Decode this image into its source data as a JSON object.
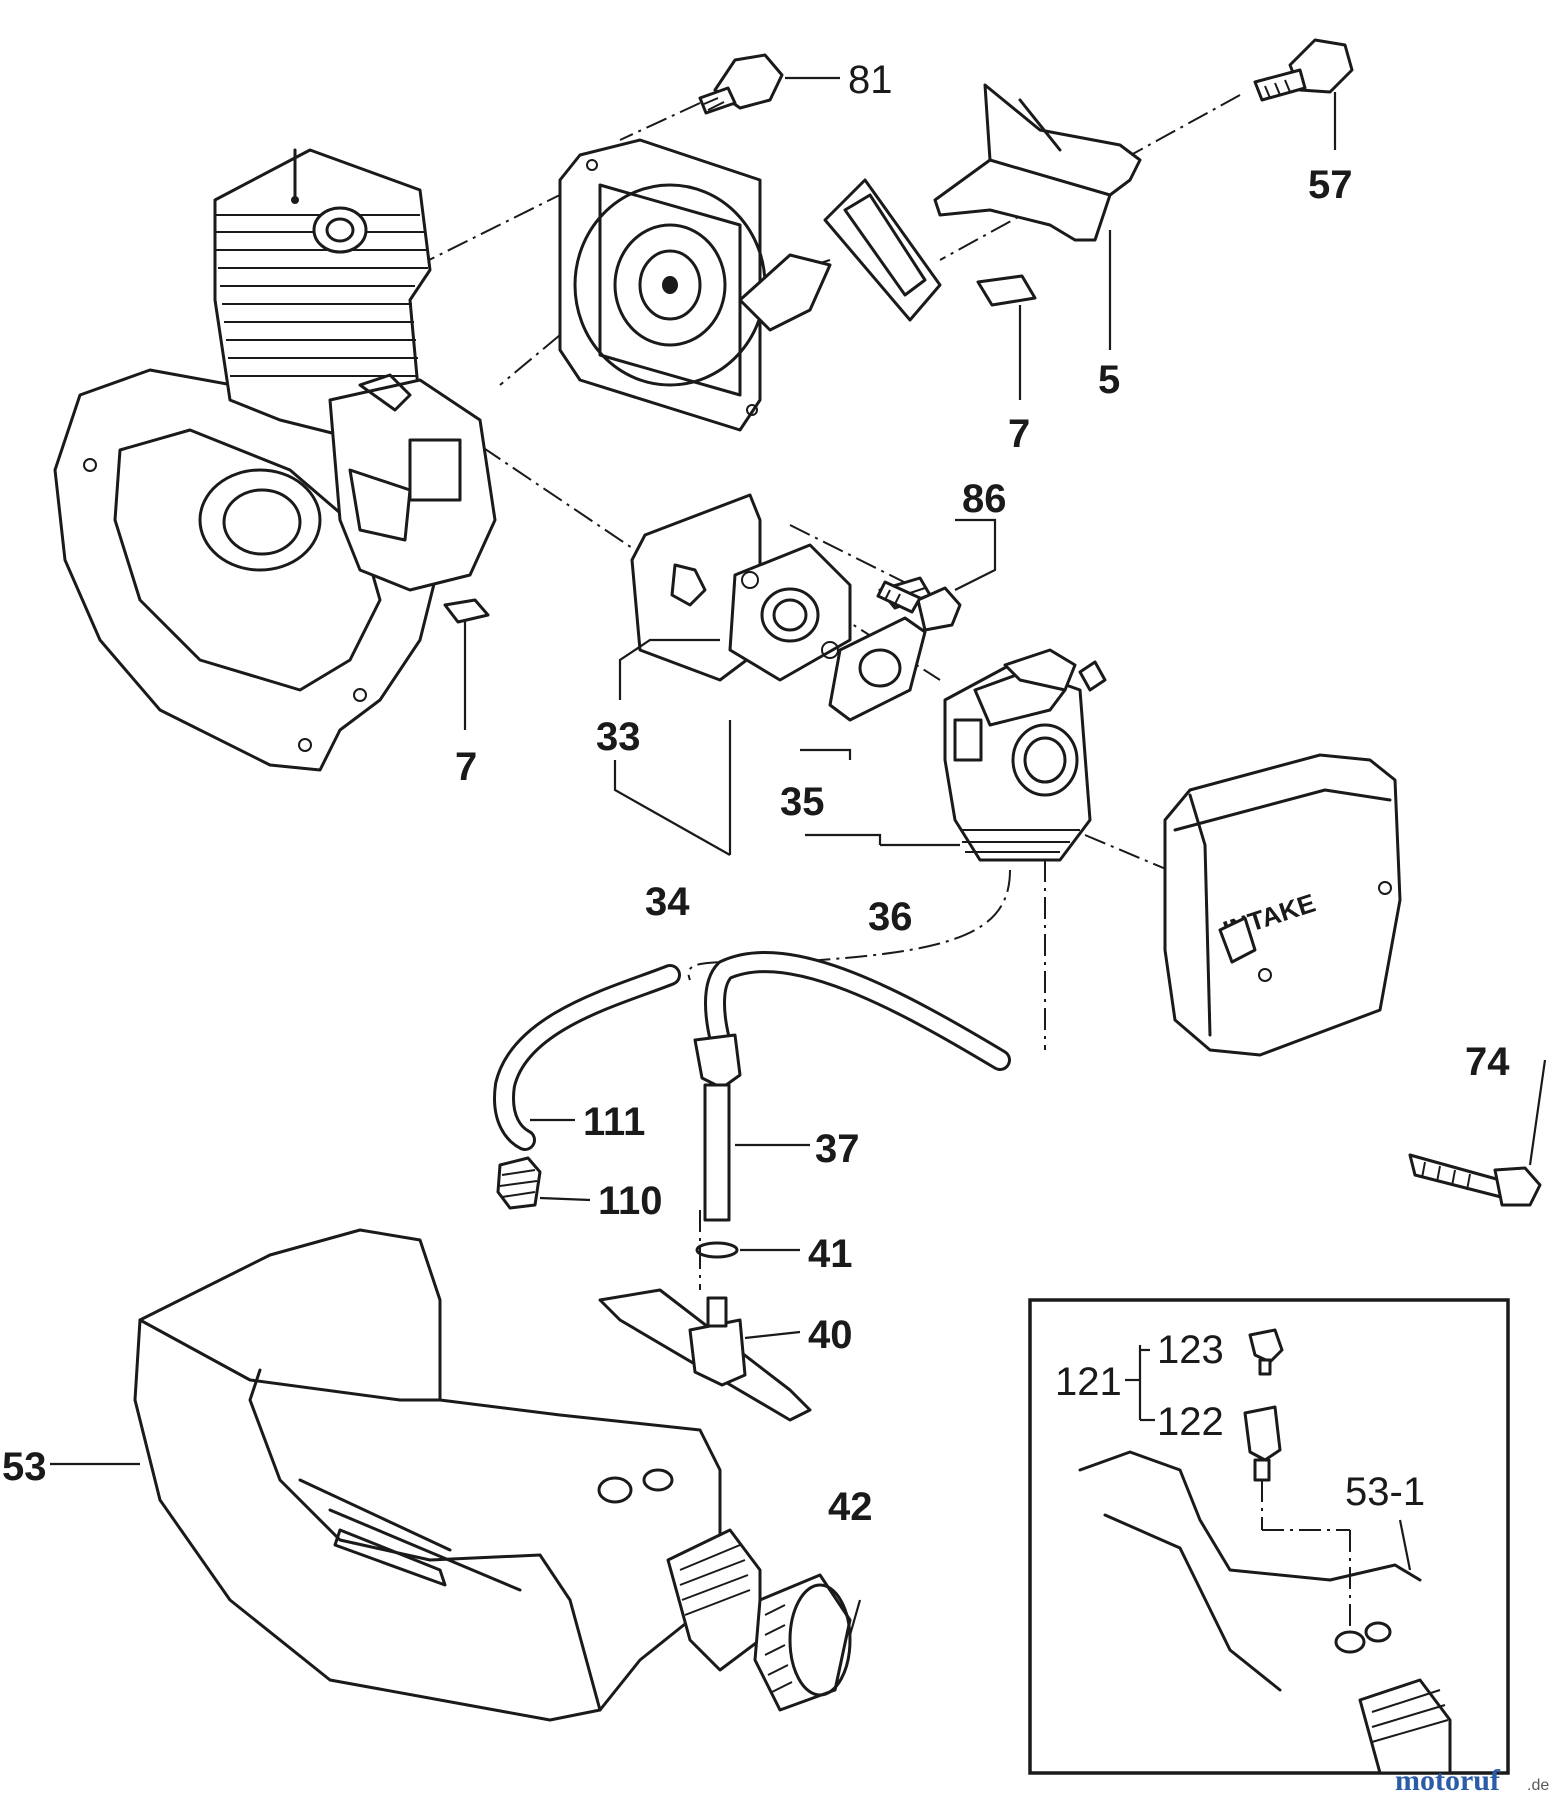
{
  "parts": {
    "p81": "81",
    "p57": "57",
    "p5": "5",
    "p7a": "7",
    "p7b": "7",
    "p86": "86",
    "p33": "33",
    "p34": "34",
    "p35": "35",
    "p36": "36",
    "p74": "74",
    "p111": "111",
    "p37": "37",
    "p110": "110",
    "p41": "41",
    "p40": "40",
    "p53": "53",
    "p42": "42"
  },
  "inset": {
    "p121": "121",
    "p123": "123",
    "p122": "122",
    "p53_1": "53-1"
  },
  "air_cleaner_text": "INTAKE",
  "watermark": {
    "brand": "motoruf",
    "suffix": ".de"
  }
}
